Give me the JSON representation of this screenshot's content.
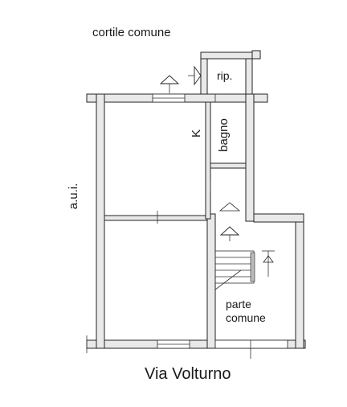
{
  "labels": {
    "courtyard": "cortile comune",
    "storage": "rip.",
    "kitchen": "K",
    "bathroom": "bagno",
    "adjacent_unit": "a.u.i.",
    "common_part_line1": "parte",
    "common_part_line2": "comune",
    "street": "Via Volturno"
  }
}
